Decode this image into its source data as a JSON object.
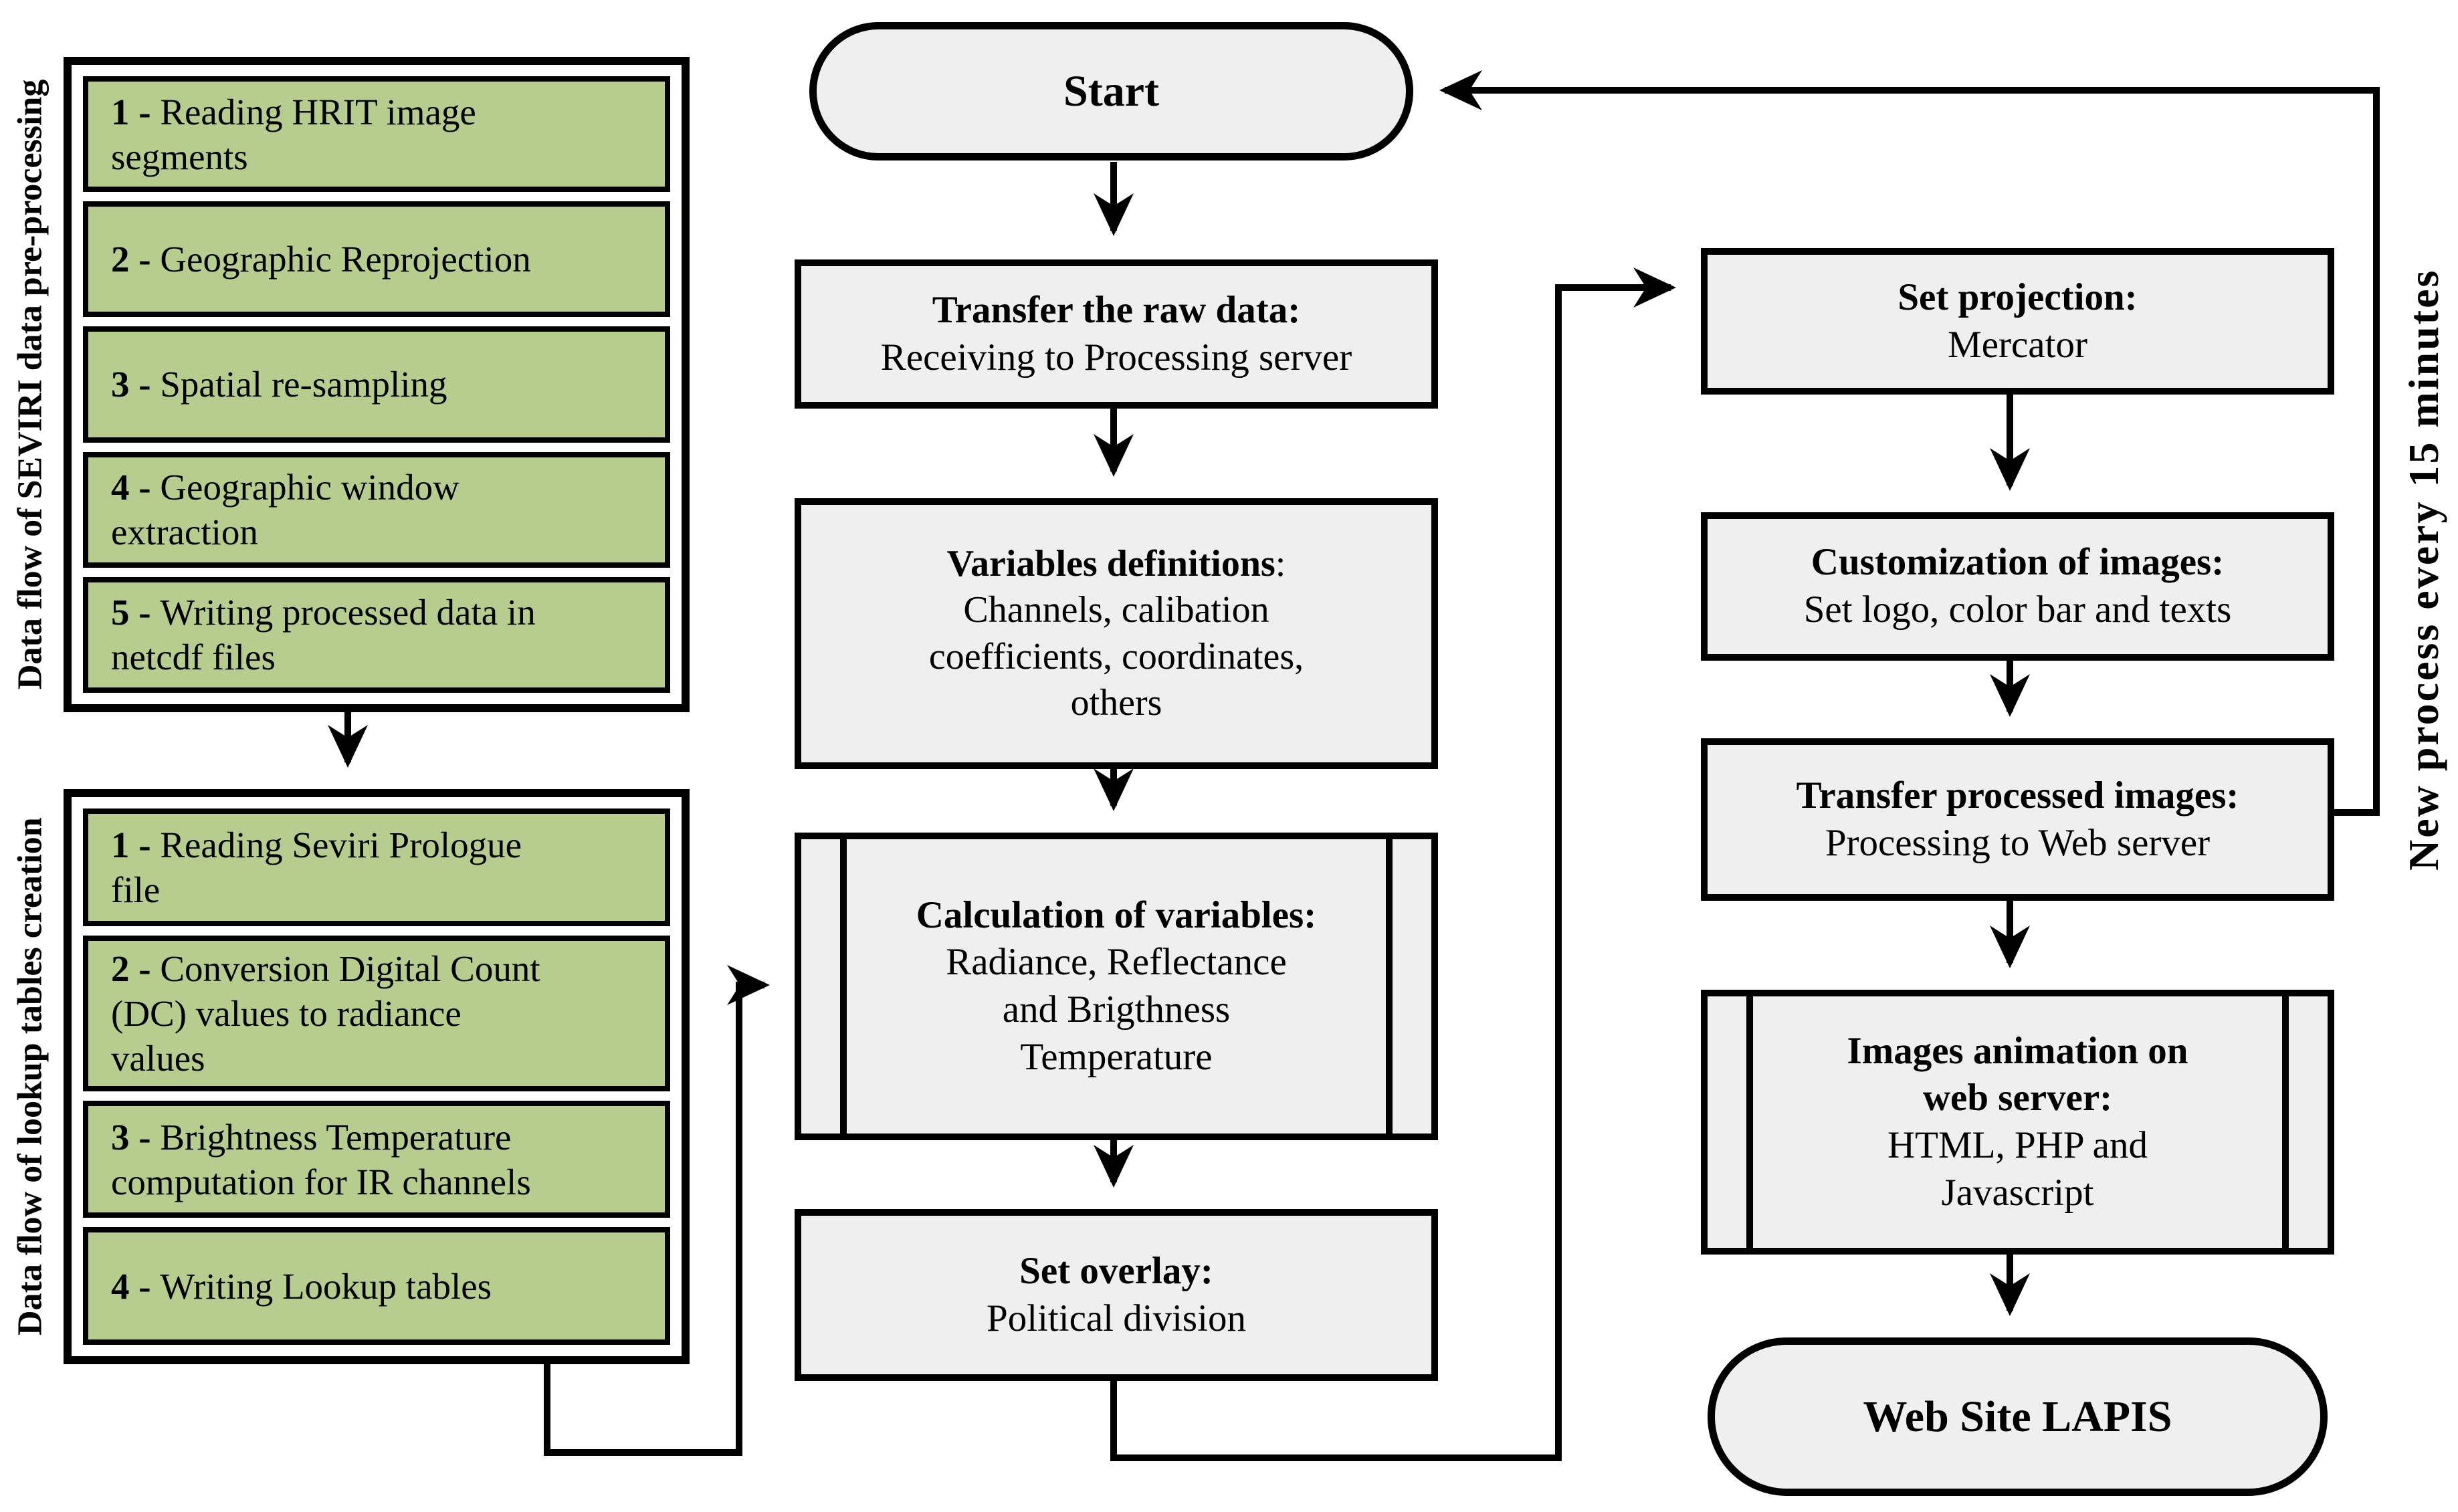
{
  "left_groups": [
    {
      "label": "Data flow of SEVIRI data pre-processing",
      "items": [
        {
          "num": "1 - ",
          "text": "Reading HRIT image segments"
        },
        {
          "num": "2 - ",
          "text": "Geographic Reprojection"
        },
        {
          "num": "3 - ",
          "text": "Spatial re-sampling"
        },
        {
          "num": "4 - ",
          "text": "Geographic window extraction"
        },
        {
          "num": "5 - ",
          "text": "Writing processed data in netcdf files"
        }
      ]
    },
    {
      "label": "Data flow of lookup tables creation",
      "items": [
        {
          "num": "1 - ",
          "text": "Reading Seviri Prologue file"
        },
        {
          "num": "2 - ",
          "text": "Conversion Digital Count (DC) values to radiance values"
        },
        {
          "num": "3 - ",
          "text": "Brightness Temperature computation for IR channels"
        },
        {
          "num": "4 - ",
          "text": "Writing Lookup tables"
        }
      ]
    }
  ],
  "main_flow": {
    "start": {
      "title": "Start"
    },
    "transfer_raw": {
      "title": "Transfer the raw data:",
      "body": "Receiving to Processing server"
    },
    "variables": {
      "title": "Variables definitions",
      "colon": ":",
      "body": "Channels, calibation coefficients, coordinates, others"
    },
    "calculation": {
      "title": "Calculation of variables:",
      "body": "Radiance, Reflectance and Brigthness Temperature"
    },
    "set_overlay": {
      "title": "Set overlay:",
      "body": "Political division"
    }
  },
  "right_flow": {
    "set_projection": {
      "title": "Set projection:",
      "body": "Mercator"
    },
    "customization": {
      "title": "Customization of images:",
      "body": "Set logo, color bar and texts"
    },
    "transfer_processed": {
      "title": "Transfer processed images:",
      "body": "Processing to Web server"
    },
    "images_animation": {
      "title": "Images animation on web server:",
      "body": "HTML, PHP and Javascript"
    },
    "lapis": {
      "title": "Web Site LAPIS"
    }
  },
  "loop_label": "New process every 15 minutes",
  "colors": {
    "green_fill": "#b6cd8f",
    "gray_fill": "#efefef",
    "line": "#000000",
    "background": "#ffffff"
  }
}
